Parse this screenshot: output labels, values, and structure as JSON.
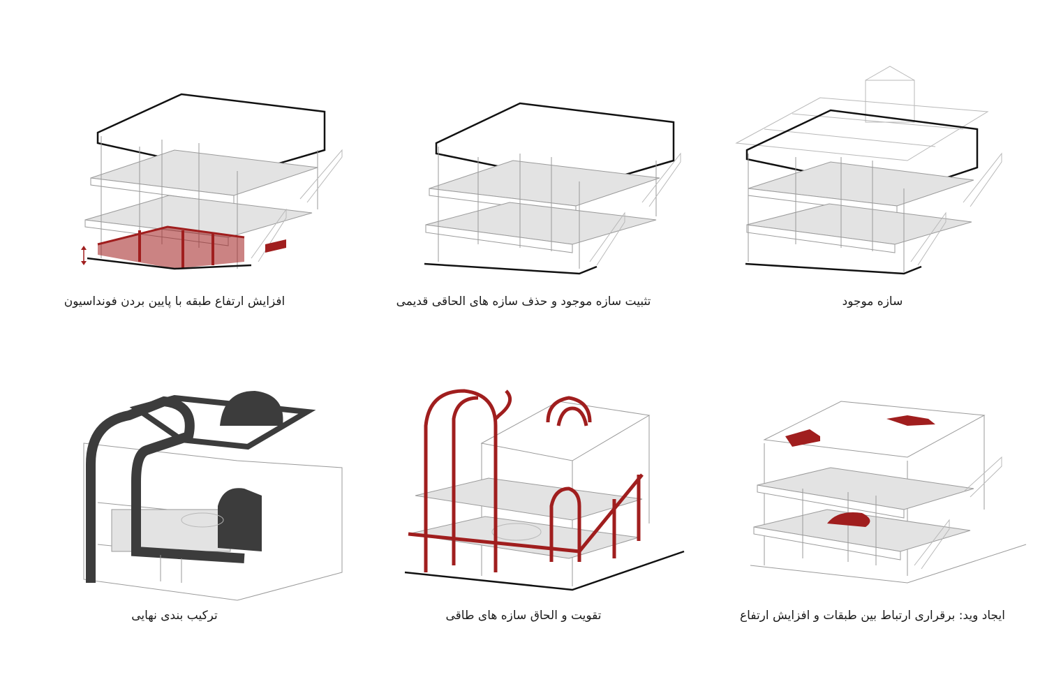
{
  "colors": {
    "accent": "#a01e1e",
    "dark": "#3c3c3c",
    "line": "#9a9a9a"
  },
  "panels": [
    {
      "id": "existing",
      "caption": "سازه موجود"
    },
    {
      "id": "stabilize",
      "caption": "تثبیت سازه موجود و حذف سازه های الحاقی قدیمی"
    },
    {
      "id": "raise",
      "caption": "افزایش ارتفاع طبقه با پایین بردن فونداسیون"
    },
    {
      "id": "void",
      "caption": "ایجاد وید: برقراری ارتباط بین طبقات و افزایش ارتفاع"
    },
    {
      "id": "arches",
      "caption": "تقویت و الحاق سازه های طاقی"
    },
    {
      "id": "final",
      "caption": "ترکیب بندی نهایی"
    }
  ]
}
